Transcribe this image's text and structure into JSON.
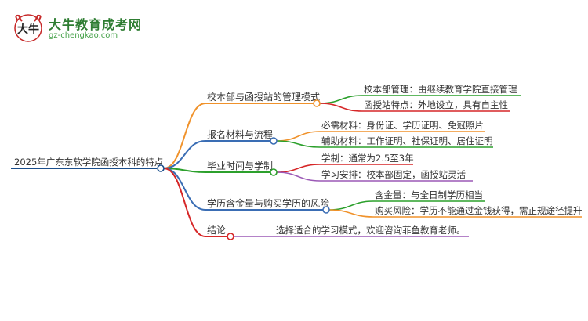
{
  "logo": {
    "title": "大牛教育成考网",
    "url": "gz-chengkao.com",
    "mark_text": "大牛"
  },
  "root": {
    "label": "2025年广东东软学院函授本科的特点",
    "color": "#1a4e8c"
  },
  "branches": [
    {
      "label": "校本部与函授站的管理模式",
      "color": "#f0922b",
      "children": [
        {
          "text": "校本部管理：由继续教育学院直接管理",
          "color": "#2ca02c"
        },
        {
          "text": "函授站特点：外地设立，具有自主性",
          "color": "#d62728"
        }
      ]
    },
    {
      "label": "报名材料与流程",
      "color": "#3a6db4",
      "children": [
        {
          "text": "必需材料：身份证、学历证明、免冠照片",
          "color": "#f0922b"
        },
        {
          "text": "辅助材料：工作证明、社保证明、居住证明",
          "color": "#2ca02c"
        }
      ]
    },
    {
      "label": "毕业时间与学制",
      "color": "#2ca02c",
      "children": [
        {
          "text": "学制：通常为2.5至3年",
          "color": "#d62728"
        },
        {
          "text": "学习安排：校本部固定，函授站灵活",
          "color": "#9b59b6"
        }
      ]
    },
    {
      "label": "学历含金量与购买学历的风险",
      "color": "#3a6db4",
      "children": [
        {
          "text": "含金量：与全日制学历相当",
          "color": "#2ca02c"
        },
        {
          "text": "购买风险：学历不能通过金钱获得，需正规途径提升",
          "color": "#f0922b"
        }
      ]
    },
    {
      "label": "结论",
      "color": "#d62728",
      "children": [
        {
          "text": "选择适合的学习模式，欢迎咨询菲鱼教育老师。",
          "color": "#9b59b6"
        }
      ]
    }
  ]
}
